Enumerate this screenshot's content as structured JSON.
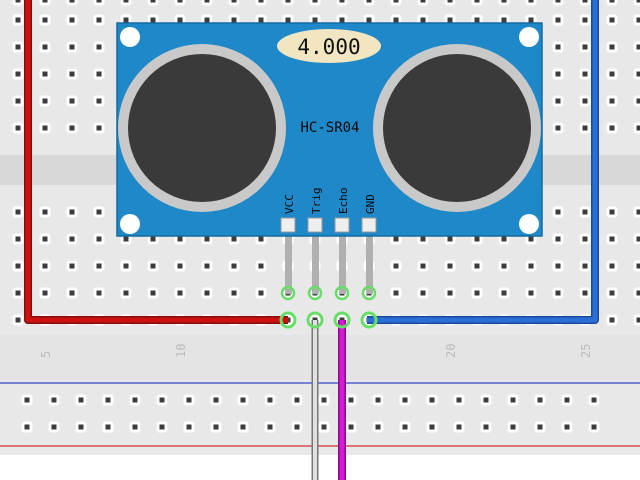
{
  "sensor": {
    "model": "HC-SR04",
    "display_value": "4.000",
    "pins": [
      "VCC",
      "Trig",
      "Echo",
      "GND"
    ]
  },
  "breadboard": {
    "column_numbers": [
      "5",
      "10",
      "20",
      "25"
    ]
  },
  "wires": [
    {
      "name": "vcc-wire",
      "color": "#cc1111"
    },
    {
      "name": "trig-wire",
      "color": "#bdbdbd"
    },
    {
      "name": "echo-wire",
      "color": "#d41ad4"
    },
    {
      "name": "gnd-wire",
      "color": "#2a6fd6"
    }
  ],
  "colors": {
    "module_blue": "#1e88c8",
    "display_bg": "#f2e6c2",
    "rail_blue": "#3344cc",
    "rail_red": "#cc3333",
    "active_hole": "#66dd66"
  }
}
